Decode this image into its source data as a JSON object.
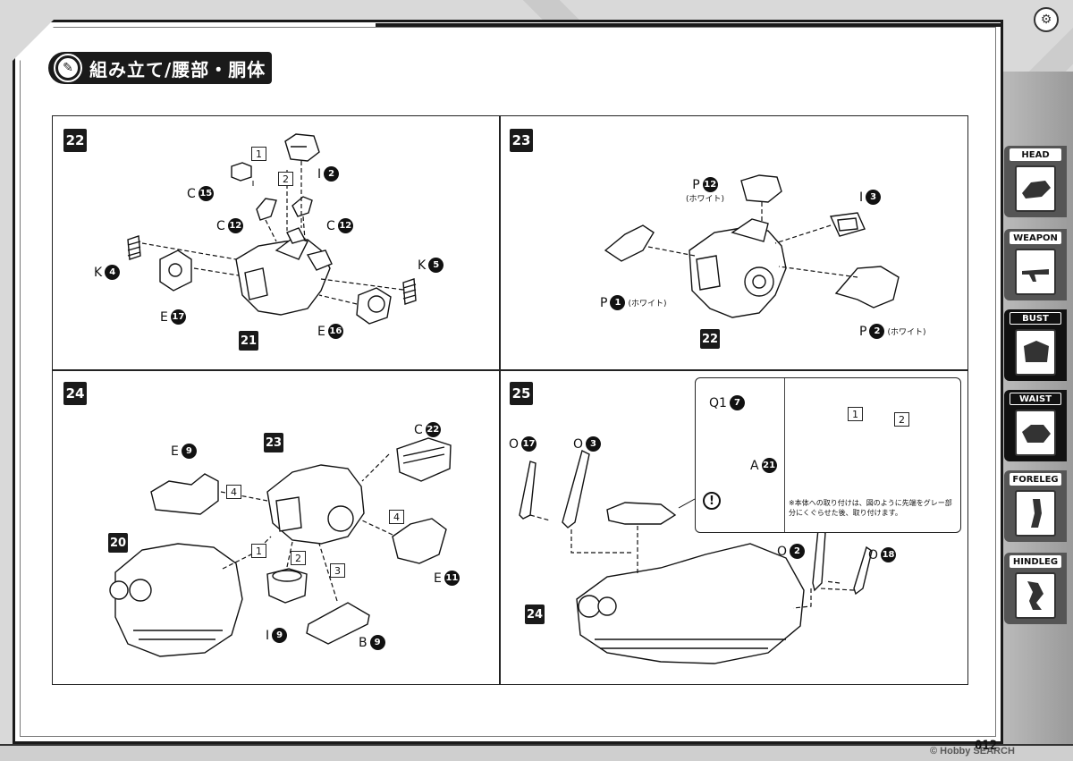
{
  "title": "組み立て/腰部・胴体",
  "page_number": "012",
  "watermark": "© Hobby SEARCH",
  "steps": {
    "s22": {
      "number": "22",
      "parts": {
        "c15": {
          "letter": "C",
          "num": "15"
        },
        "i2": {
          "letter": "I",
          "num": "2"
        },
        "c12a": {
          "letter": "C",
          "num": "12"
        },
        "c12b": {
          "letter": "C",
          "num": "12"
        },
        "k4": {
          "letter": "K",
          "num": "4"
        },
        "k5": {
          "letter": "K",
          "num": "5"
        },
        "e17": {
          "letter": "E",
          "num": "17"
        },
        "e16": {
          "letter": "E",
          "num": "16"
        }
      },
      "orders": [
        "1",
        "2"
      ],
      "result": "21"
    },
    "s23": {
      "number": "23",
      "parts": {
        "p12": {
          "letter": "P",
          "num": "12",
          "note": "(ホワイト)"
        },
        "i3": {
          "letter": "I",
          "num": "3"
        },
        "p1": {
          "letter": "P",
          "num": "1",
          "note": "(ホワイト)"
        },
        "p2": {
          "letter": "P",
          "num": "2",
          "note": "(ホワイト)"
        }
      },
      "result": "22"
    },
    "s24": {
      "number": "24",
      "parts": {
        "e9": {
          "letter": "E",
          "num": "9"
        },
        "c22": {
          "letter": "C",
          "num": "22"
        },
        "e11": {
          "letter": "E",
          "num": "11"
        },
        "i9": {
          "letter": "I",
          "num": "9"
        },
        "b9": {
          "letter": "B",
          "num": "9"
        }
      },
      "sub": "23",
      "body": "20",
      "orders": [
        "4",
        "4",
        "1",
        "2",
        "3"
      ]
    },
    "s25": {
      "number": "25",
      "parts": {
        "o17": {
          "letter": "O",
          "num": "17"
        },
        "o3": {
          "letter": "O",
          "num": "3"
        },
        "q17": {
          "letter": "Q1",
          "num": "7"
        },
        "a21": {
          "letter": "A",
          "num": "21"
        },
        "o2": {
          "letter": "O",
          "num": "2"
        },
        "o18": {
          "letter": "O",
          "num": "18"
        }
      },
      "body": "24",
      "orders": [
        "1",
        "2"
      ],
      "note": "※本体への取り付けは、図のように先端をグレー部分にくぐらせた後、取り付けます。",
      "warn": "!"
    }
  },
  "tabs": [
    {
      "label": "HEAD",
      "active": false
    },
    {
      "label": "WEAPON",
      "active": false
    },
    {
      "label": "BUST",
      "active": true
    },
    {
      "label": "WAIST",
      "active": true
    },
    {
      "label": "FORELEG",
      "active": false
    },
    {
      "label": "HINDLEG",
      "active": false
    }
  ]
}
